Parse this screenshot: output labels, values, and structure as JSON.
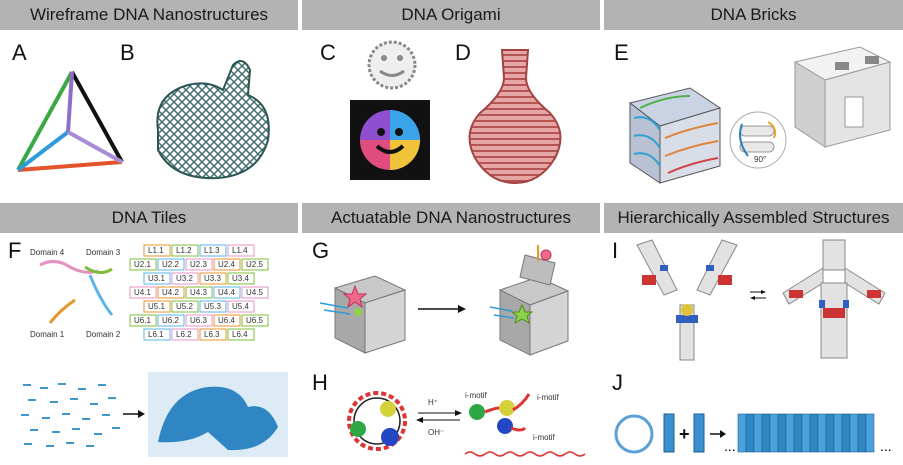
{
  "headers": {
    "wireframe": "Wireframe DNA Nanostructures",
    "origami": "DNA Origami",
    "bricks": "DNA Bricks",
    "tiles": "DNA Tiles",
    "actuatable": "Actuatable DNA Nanostructures",
    "hierarchical": "Hierarchically Assembled Structures"
  },
  "panels": [
    "A",
    "B",
    "C",
    "D",
    "E",
    "F",
    "G",
    "H",
    "I",
    "J"
  ],
  "tiles_diagram": {
    "domains": [
      "Domain 4",
      "Domain 3",
      "Domain 1",
      "Domain 2"
    ],
    "rows": [
      [
        "L1.1",
        "L1.2",
        "L1.3",
        "L1.4"
      ],
      [
        "U2.1",
        "U2.2",
        "U2.3",
        "U2.4",
        "U2.5"
      ],
      [
        "U3.1",
        "U3.2",
        "U3.3",
        "U3.4"
      ],
      [
        "U4.1",
        "U4.2",
        "U4.3",
        "U4.4",
        "U4.5"
      ],
      [
        "U5.1",
        "U5.2",
        "U5.3",
        "U5.4"
      ],
      [
        "U6.1",
        "U6.2",
        "U6.3",
        "U6.4",
        "U6.5"
      ],
      [
        "L6.1",
        "L6.2",
        "L6.3",
        "L6.4"
      ]
    ]
  },
  "actuation": {
    "h_plus": "H⁺",
    "oh_minus": "OH⁻",
    "imotif": "i-motif"
  },
  "ellipsis": "...",
  "bricks_angle": "90°",
  "colors": {
    "header_bg": "#b3b3b3",
    "blue": "#2e7fb8",
    "pink": "#d9797c"
  }
}
